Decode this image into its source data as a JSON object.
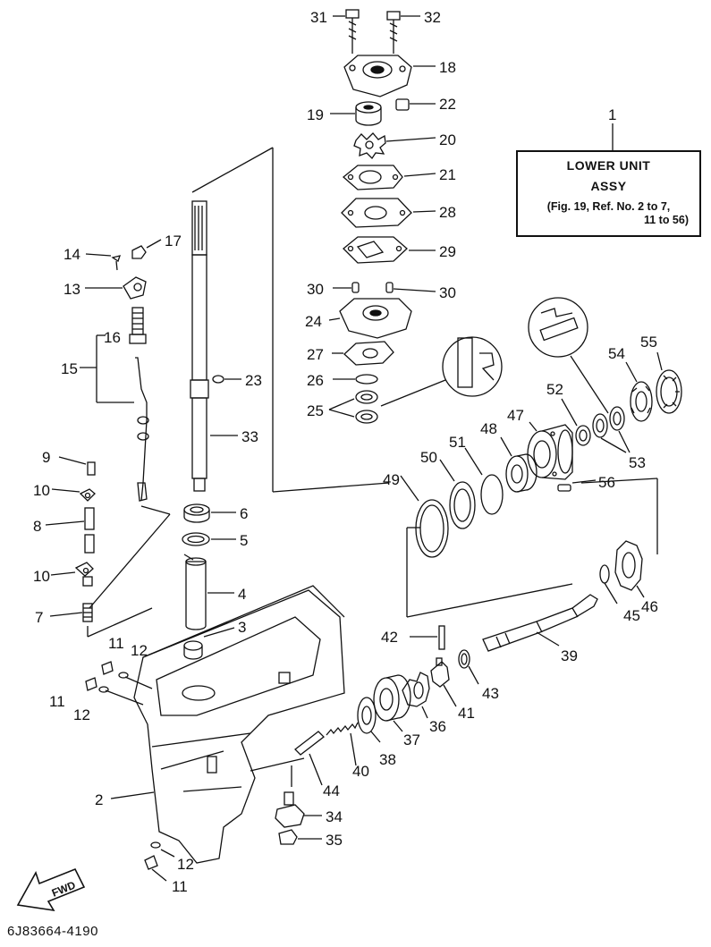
{
  "diagram_code": "6J83664-4190",
  "assembly": {
    "ref": "1",
    "title": "LOWER UNIT",
    "subtitle": "ASSY",
    "note_line1": "(Fig. 19, Ref. No. 2 to 7,",
    "note_line2": "11 to 56)"
  },
  "fwd_label": "FWD",
  "callouts": {
    "c31": "31",
    "c32": "32",
    "c18": "18",
    "c22": "22",
    "c19": "19",
    "c20": "20",
    "c21": "21",
    "c28": "28",
    "c29": "29",
    "c30a": "30",
    "c30b": "30",
    "c24": "24",
    "c27": "27",
    "c26": "26",
    "c25": "25",
    "c23": "23",
    "c33": "33",
    "c14": "14",
    "c17": "17",
    "c13": "13",
    "c16": "16",
    "c15": "15",
    "c9": "9",
    "c10a": "10",
    "c8": "8",
    "c10b": "10",
    "c7": "7",
    "c6": "6",
    "c5": "5",
    "c4": "4",
    "c3": "3",
    "c11a": "11",
    "c12a": "12",
    "c11b": "11",
    "c12b": "12",
    "c2": "2",
    "c12c": "12",
    "c11c": "11",
    "c34": "34",
    "c35": "35",
    "c44": "44",
    "c38": "38",
    "c40": "40",
    "c37": "37",
    "c36": "36",
    "c41": "41",
    "c43": "43",
    "c42": "42",
    "c39": "39",
    "c45": "45",
    "c46": "46",
    "c49": "49",
    "c50": "50",
    "c51": "51",
    "c48": "48",
    "c47": "47",
    "c52": "52",
    "c53": "53",
    "c54": "54",
    "c55": "55",
    "c56": "56"
  }
}
